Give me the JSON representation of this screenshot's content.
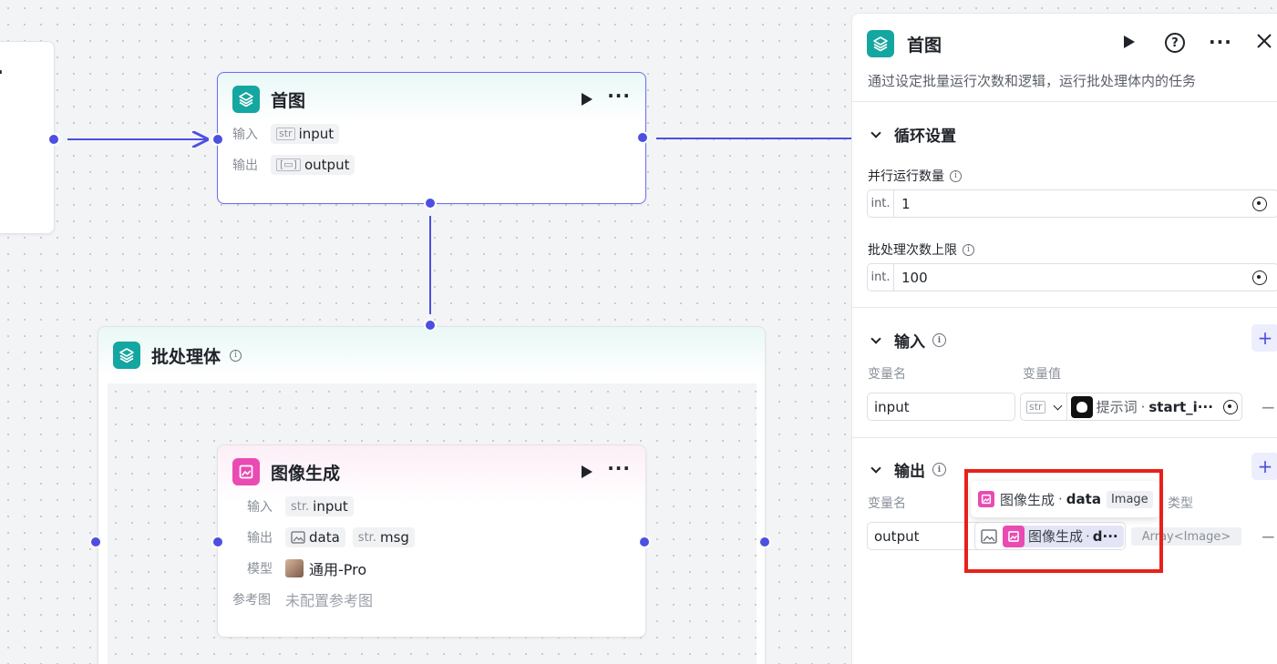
{
  "canvas": {
    "left_node": {
      "more_label": "···"
    },
    "loop_node": {
      "title": "首图",
      "input_label": "输入",
      "input_type": "str",
      "input_var": "input",
      "output_label": "输出",
      "output_var": "output",
      "more_label": "···"
    },
    "batch_container": {
      "title": "批处理体"
    },
    "image_node": {
      "title": "图像生成",
      "input_label": "输入",
      "input_type": "str.",
      "input_var": "input",
      "output_label": "输出",
      "output_var1": "data",
      "output_type2": "str.",
      "output_var2": "msg",
      "model_label": "模型",
      "model_value": "通用-Pro",
      "ref_label": "参考图",
      "ref_value": "未配置参考图",
      "more_label": "···"
    }
  },
  "panel": {
    "title": "首图",
    "description": "通过设定批量运行次数和逻辑，运行批处理体内的任务",
    "more_label": "···",
    "loop_section": {
      "title": "循环设置",
      "parallel_label": "并行运行数量",
      "parallel_prefix": "int.",
      "parallel_value": "1",
      "limit_label": "批处理次数上限",
      "limit_prefix": "int.",
      "limit_value": "100"
    },
    "input_section": {
      "title": "输入",
      "col_name": "变量名",
      "col_value": "变量值",
      "var_name": "input",
      "type_tag": "str",
      "ref_source": "提示词",
      "ref_sep": "·",
      "ref_var": "start_i···",
      "remove_label": "−",
      "add_label": "+"
    },
    "output_section": {
      "title": "输出",
      "col_name": "变量名",
      "col_type": "类型",
      "var_name": "output",
      "ref_source": "图像生成",
      "ref_sep": "·",
      "ref_var": "d···",
      "type_value": "Array<Image>",
      "remove_label": "−",
      "add_label": "+"
    },
    "dropdown": {
      "source": "图像生成",
      "sep": "·",
      "var": "data",
      "type": "Image"
    }
  },
  "colors": {
    "accent": "#4c4fe0",
    "teal": "#14a6a0",
    "pink": "#e94bb3",
    "highlight_box": "#e8201a"
  }
}
